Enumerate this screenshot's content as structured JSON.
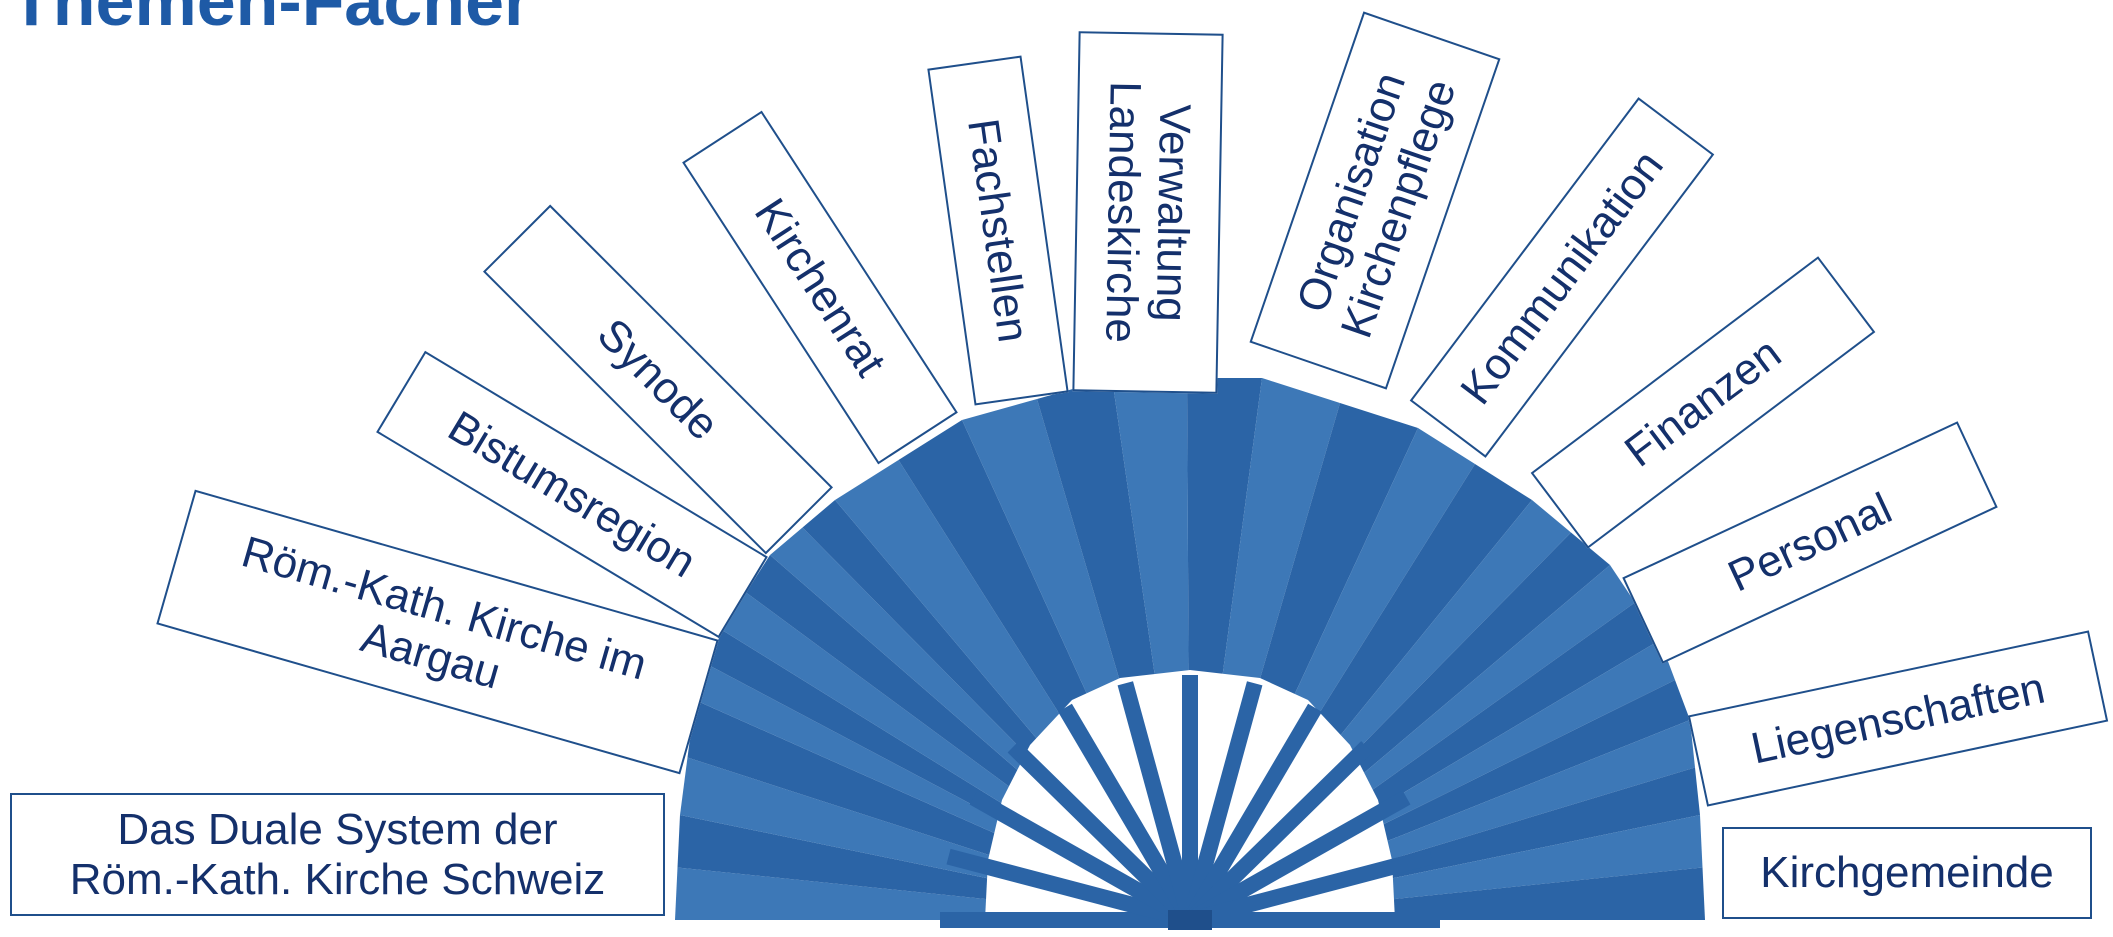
{
  "title": "Themen-Fächer",
  "colors": {
    "fan_blue": "#2b64a6",
    "fan_light": "#3d78b7",
    "fan_dark": "#1f4f8b",
    "text": "#14306b",
    "title": "#1e5aa6"
  },
  "labels": {
    "dual_system": "Das Duale System der\nRöm.-Kath. Kirche Schweiz",
    "roem_kath_aargau": "Röm.-Kath. Kirche im\nAargau",
    "bistumsregion": "Bistumsregion",
    "synode": "Synode",
    "kirchenrat": "Kirchenrat",
    "fachstellen": "Fachstellen",
    "verwaltung": "Verwaltung\nLandeskirche",
    "organisation": "Organisation\nKirchenpflege",
    "kommunikation": "Kommunikation",
    "finanzen": "Finanzen",
    "personal": "Personal",
    "liegenschaften": "Liegenschaften",
    "kirchgemeinde": "Kirchgemeinde"
  }
}
